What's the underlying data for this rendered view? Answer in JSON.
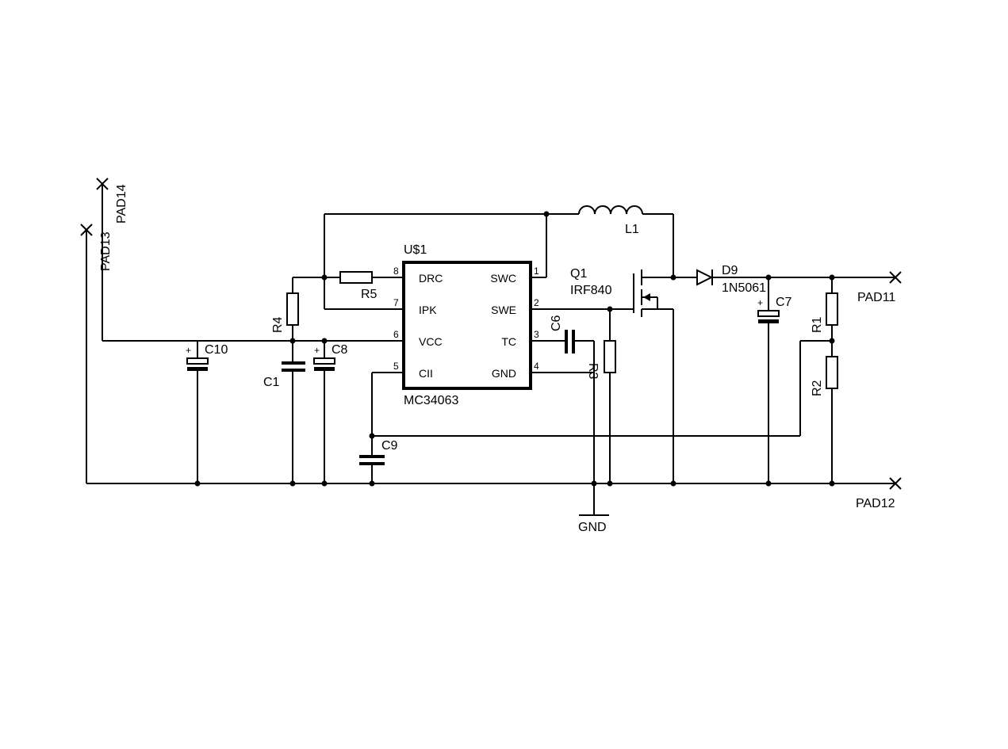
{
  "ic": {
    "ref": "U$1",
    "part": "MC34063",
    "pins_left": [
      {
        "num": "8",
        "name": "DRC"
      },
      {
        "num": "7",
        "name": "IPK"
      },
      {
        "num": "6",
        "name": "VCC"
      },
      {
        "num": "5",
        "name": "CII"
      }
    ],
    "pins_right": [
      {
        "num": "1",
        "name": "SWC"
      },
      {
        "num": "2",
        "name": "SWE"
      },
      {
        "num": "3",
        "name": "TC"
      },
      {
        "num": "4",
        "name": "GND"
      }
    ]
  },
  "components": {
    "r1": "R1",
    "r2": "R2",
    "r3": "R3",
    "r4": "R4",
    "r5": "R5",
    "c1": "C1",
    "c6": "C6",
    "c7": "C7",
    "c8": "C8",
    "c9": "C9",
    "c10": "C10",
    "l1": "L1",
    "q1": "Q1",
    "q1_part": "IRF840",
    "d9": "D9",
    "d9_part": "1N5061",
    "gnd": "GND"
  },
  "pads": {
    "pad11": "PAD11",
    "pad12": "PAD12",
    "pad13": "PAD13",
    "pad14": "PAD14"
  },
  "polarity_mark": "+"
}
